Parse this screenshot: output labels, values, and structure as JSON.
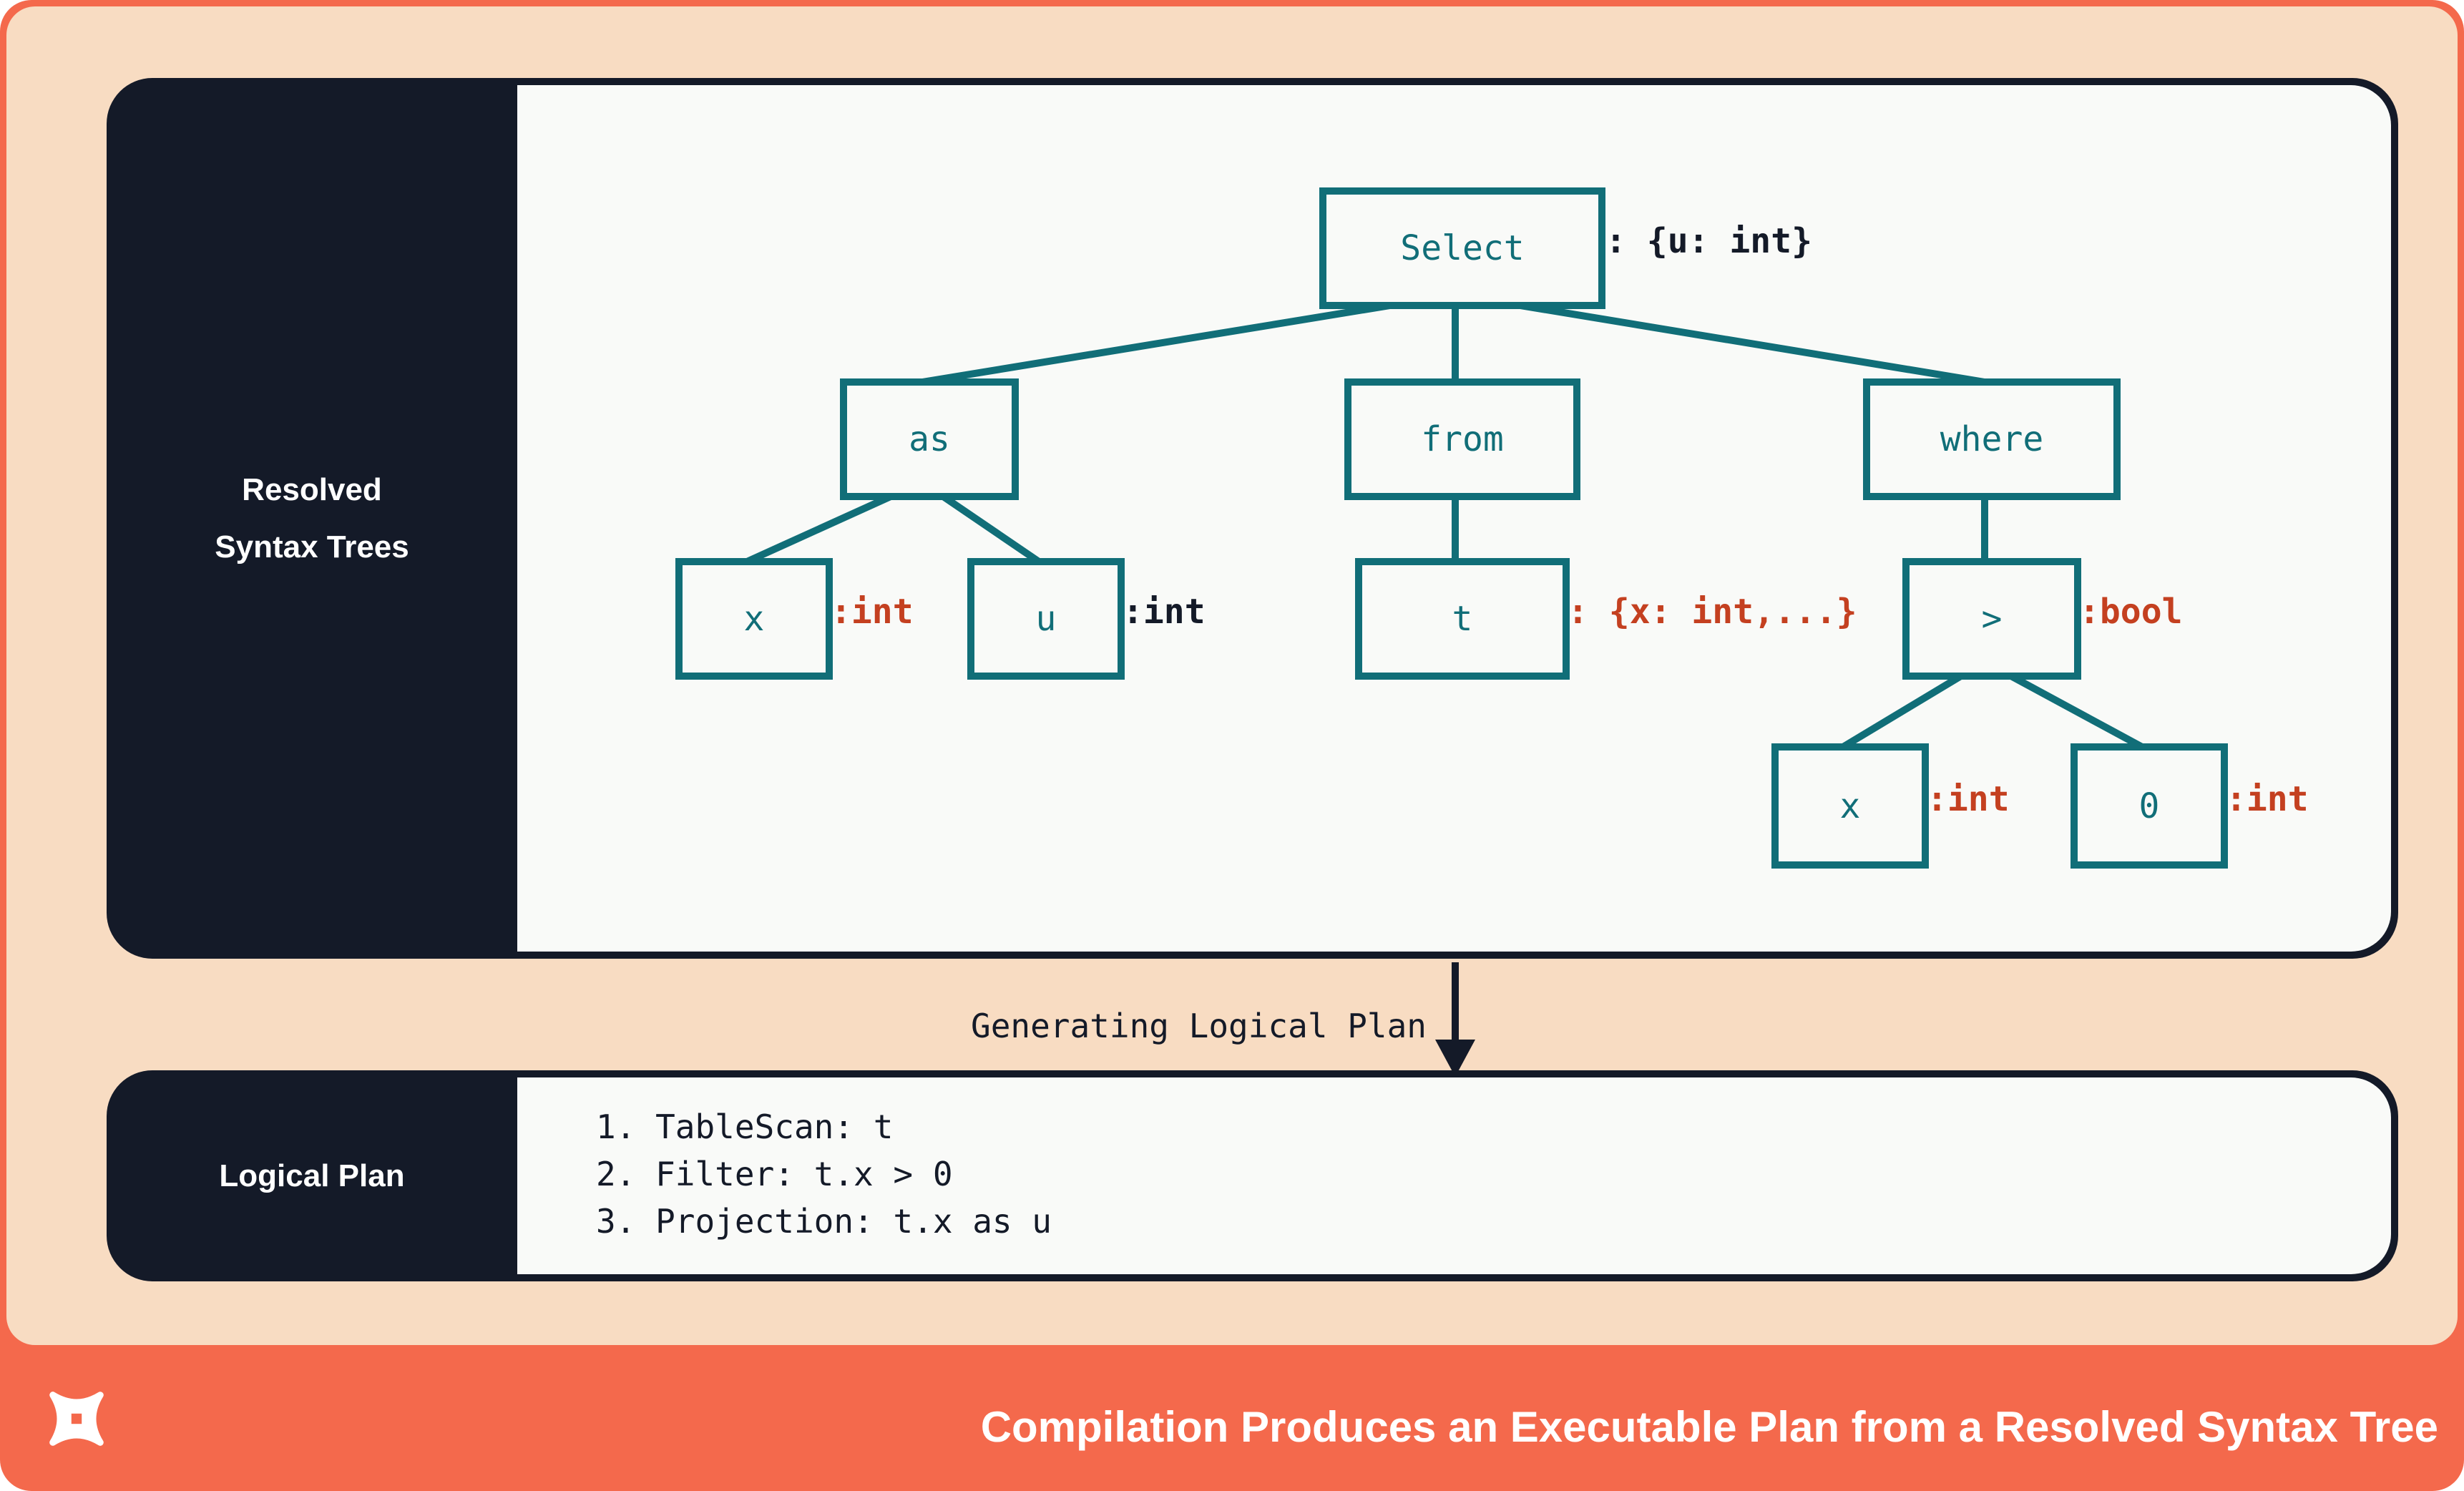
{
  "colors": {
    "accent_orange": "#f4694c",
    "peach": "#f8dcc2",
    "navy": "#141a28",
    "teal": "#116e78",
    "red": "#c44020",
    "panel_white": "#f9faf8"
  },
  "resolved_panel": {
    "sidebar_label_line1": "Resolved",
    "sidebar_label_line2": "Syntax Trees",
    "nodes": {
      "select": {
        "label": "Select",
        "type": ": {u: int}"
      },
      "as": {
        "label": "as"
      },
      "from": {
        "label": "from"
      },
      "where": {
        "label": "where"
      },
      "x_alias": {
        "label": "x",
        "type": ":int"
      },
      "u": {
        "label": "u",
        "type": ":int"
      },
      "t": {
        "label": "t",
        "type": ": {x: int,...}"
      },
      "gt": {
        "label": ">",
        "type": ":bool"
      },
      "x_cond": {
        "label": "x",
        "type": ":int"
      },
      "zero": {
        "label": "0",
        "type": ":int"
      }
    }
  },
  "transition": {
    "label": "Generating Logical Plan"
  },
  "logical_plan_panel": {
    "sidebar_label": "Logical Plan",
    "steps": [
      {
        "num": "1. ",
        "text": "TableScan: t"
      },
      {
        "num": "2. ",
        "text": "Filter: t.x > 0"
      },
      {
        "num": "3. ",
        "text": "Projection: t.x as u"
      }
    ]
  },
  "footer": {
    "logo_icon": "pinwheel-star-logo",
    "title": "Compilation Produces an Executable Plan from a Resolved Syntax Tree"
  }
}
